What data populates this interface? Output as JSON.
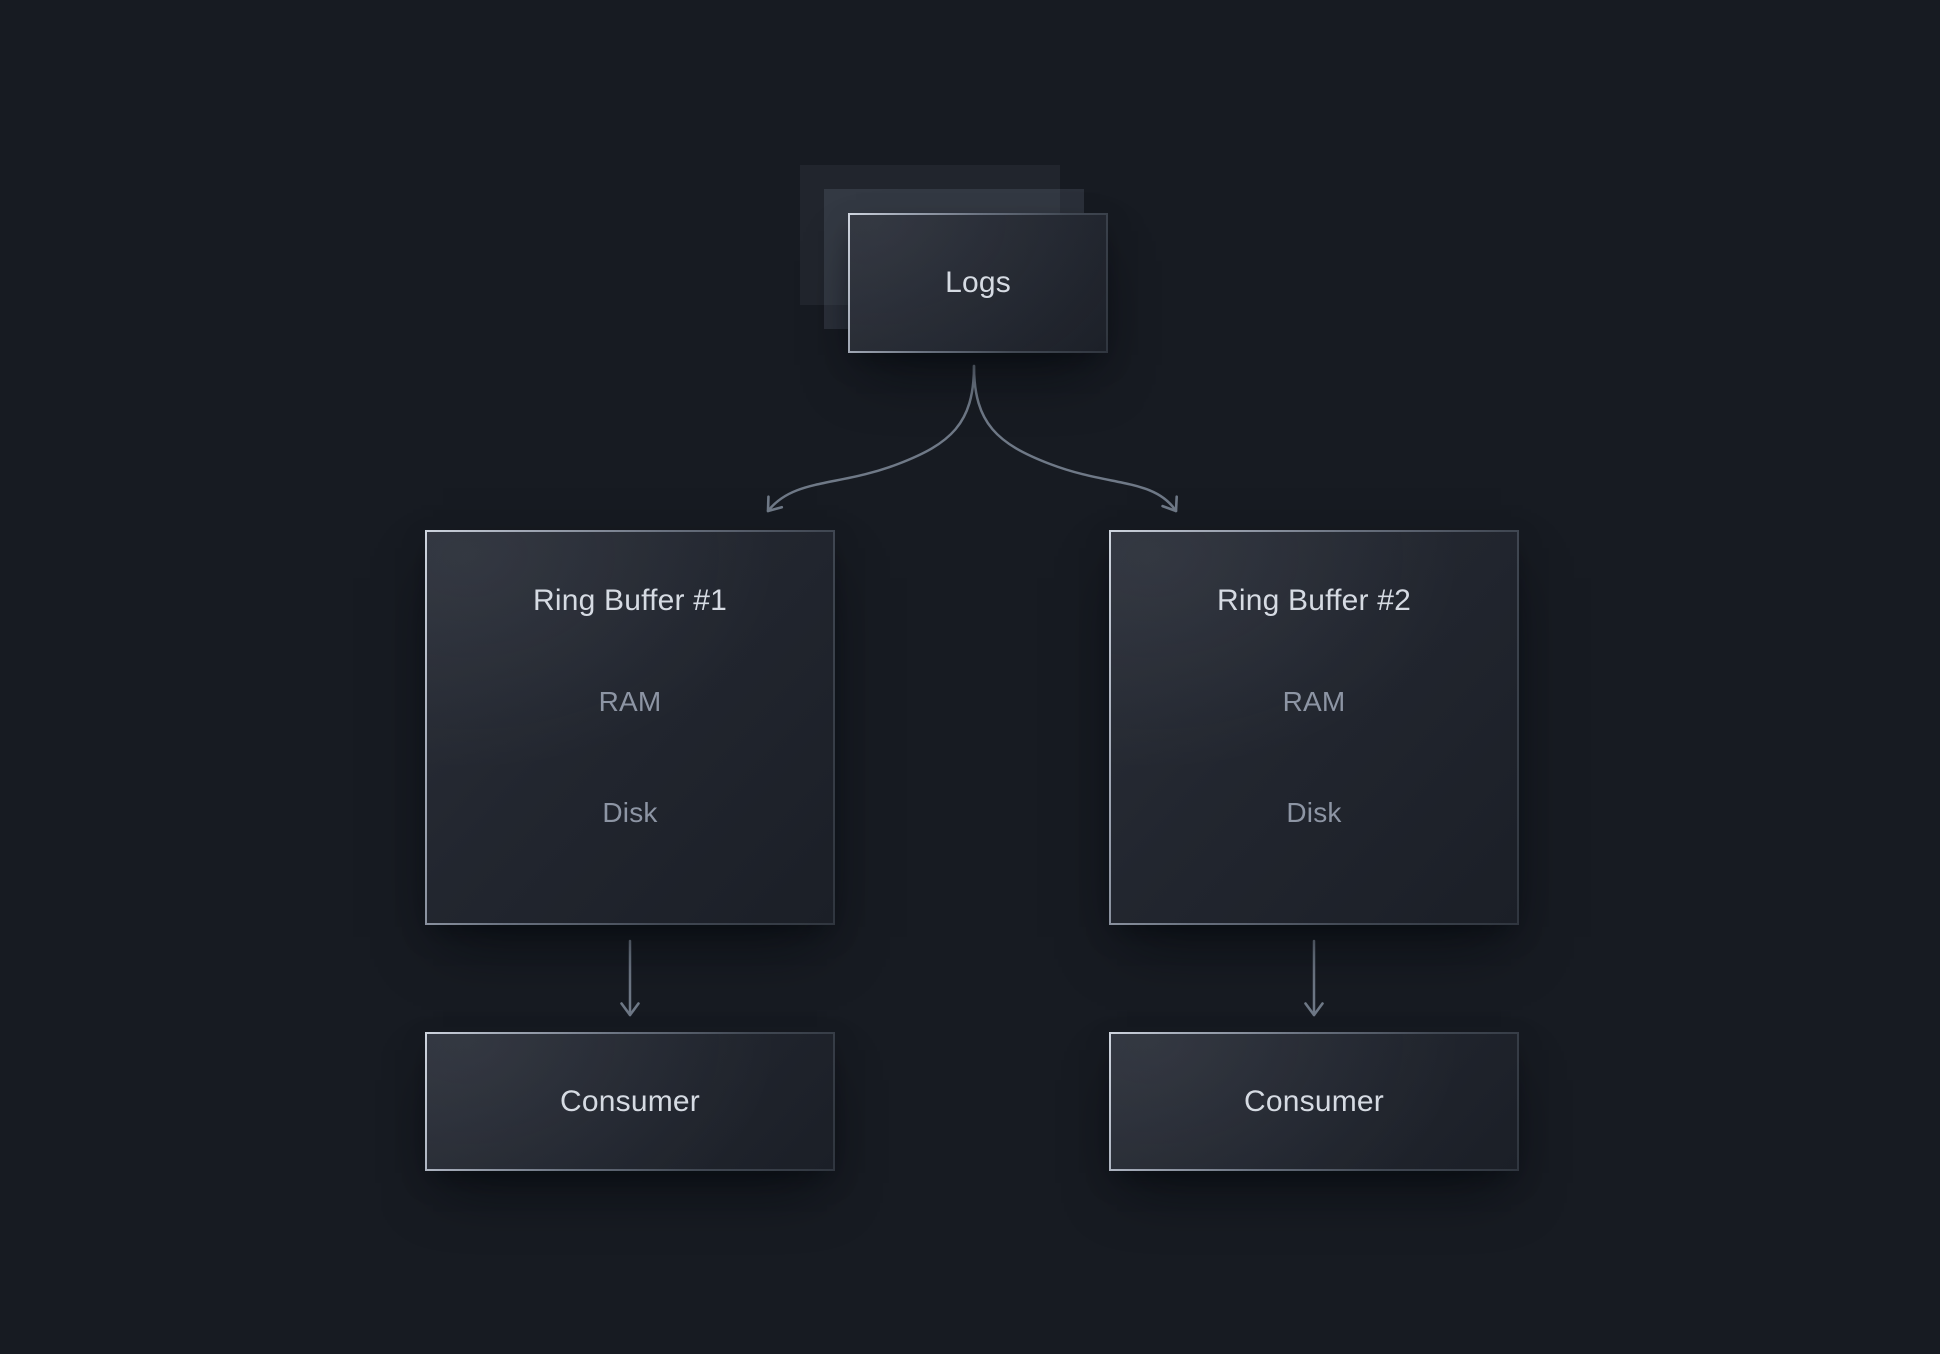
{
  "diagram": {
    "logs": {
      "label": "Logs"
    },
    "ring_buffers": [
      {
        "title": "Ring Buffer #1",
        "storage_from": "RAM",
        "storage_to": "Disk"
      },
      {
        "title": "Ring Buffer #2",
        "storage_from": "RAM",
        "storage_to": "Disk"
      }
    ],
    "consumers": [
      {
        "label": "Consumer"
      },
      {
        "label": "Consumer"
      }
    ]
  },
  "colors": {
    "background": "#171b22",
    "arrow": "#6f7987",
    "arrow_muted": "#5d6673",
    "node_border_light": "#ced4de",
    "node_border_dark": "#30363f",
    "node_fill_light": "#2a2e37",
    "node_fill_dark": "#1b1f27",
    "label_primary": "#d6dbe3",
    "label_secondary": "#8d95a4"
  }
}
